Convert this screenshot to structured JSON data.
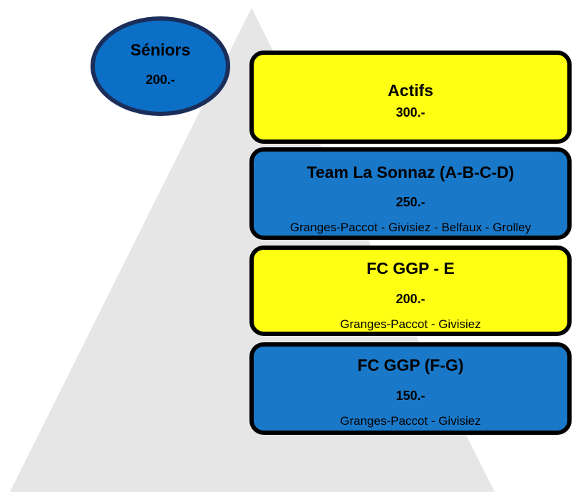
{
  "seniors": {
    "title": "Séniors",
    "price": "200.-"
  },
  "tiers": [
    {
      "title": "Actifs",
      "price": "300.-",
      "sub": ""
    },
    {
      "title": "Team La Sonnaz (A-B-C-D)",
      "price": "250.-",
      "sub": "Granges-Paccot - Givisiez - Belfaux - Grolley"
    },
    {
      "title": "FC GGP - E",
      "price": "200.-",
      "sub": "Granges-Paccot - Givisiez"
    },
    {
      "title": "FC GGP (F-G)",
      "price": "150.-",
      "sub": "Granges-Paccot - Givisiez"
    }
  ],
  "colors": {
    "yellow": "#ffff14",
    "blue": "#1a78c8",
    "pyramid": "#e6e6e6",
    "oval_border": "#1b2e5a"
  }
}
